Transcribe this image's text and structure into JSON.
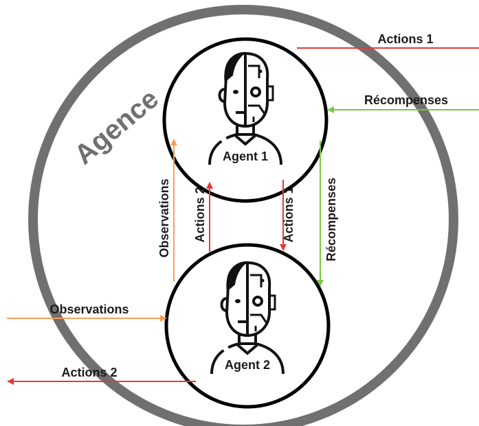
{
  "agency": {
    "label": "Agence"
  },
  "agent1": {
    "label": "Agent 1"
  },
  "agent2": {
    "label": "Agent 2"
  },
  "external": {
    "actions1": "Actions 1",
    "rewards": "Récompenses",
    "observations": "Observations",
    "actions2": "Actions 2"
  },
  "internal": {
    "observations": "Observations",
    "actions2": "Actions 2",
    "actions1": "Actions 1",
    "rewards": "Récompenses"
  },
  "colors": {
    "agency_ring": "#707070",
    "actions": "#e53935",
    "rewards": "#7cc642",
    "observations": "#f5a05a",
    "agent_stroke": "#000000"
  },
  "icons": {
    "agent": "human-robot-head-icon"
  }
}
